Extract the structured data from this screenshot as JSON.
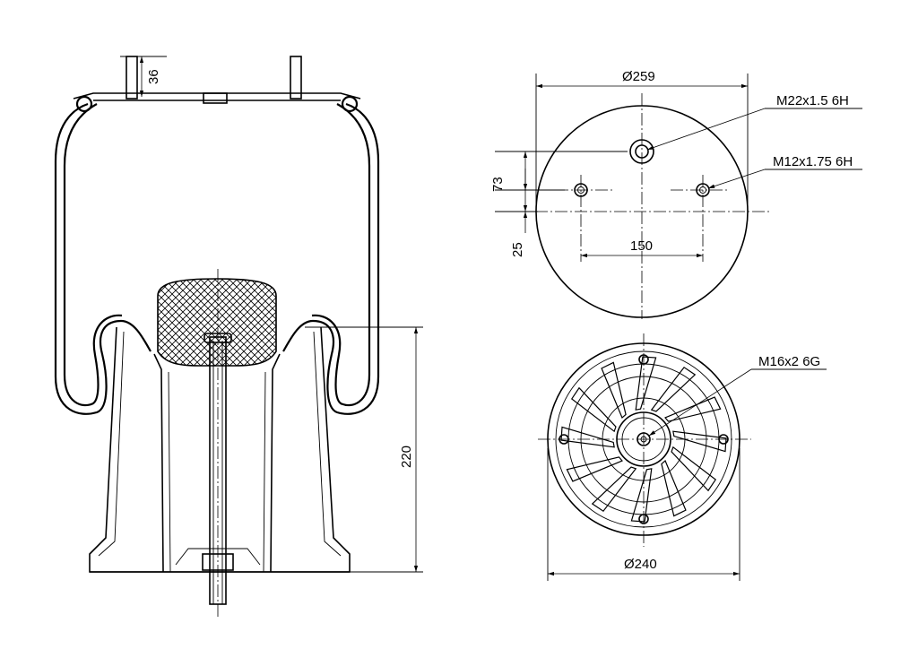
{
  "drawing": {
    "side_view": {
      "dims": {
        "stud_height": "36",
        "height": "220"
      }
    },
    "top_view": {
      "dims": {
        "diameter": "Ø259",
        "offset_73": "73",
        "offset_25": "25",
        "spacing": "150"
      },
      "callouts": {
        "center_thread": "M22x1.5 6H",
        "side_thread": "M12x1.75 6H"
      }
    },
    "bottom_view": {
      "dims": {
        "diameter": "Ø240"
      },
      "callouts": {
        "center_thread": "M16x2 6G"
      }
    }
  }
}
